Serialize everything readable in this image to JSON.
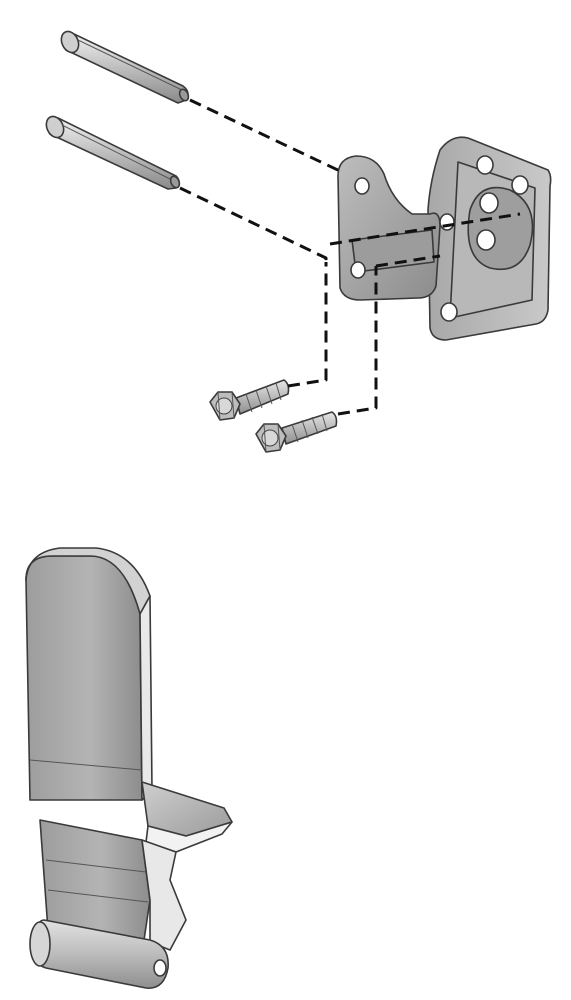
{
  "diagram": {
    "parts": [
      {
        "id": "pin-upper",
        "icon": "pin-icon"
      },
      {
        "id": "pin-lower",
        "icon": "pin-icon"
      },
      {
        "id": "hinge-bracket",
        "icon": "bracket-icon"
      },
      {
        "id": "bolt-left",
        "icon": "bolt-icon"
      },
      {
        "id": "bolt-right",
        "icon": "bolt-icon"
      },
      {
        "id": "latch-handle",
        "icon": "latch-icon"
      }
    ],
    "colors": {
      "metal_light": "#d9d9d9",
      "metal_mid": "#a9a9a9",
      "metal_dark": "#7a7a7a",
      "outline": "#3a3a3a",
      "leader": "#111111",
      "background": "#ffffff"
    }
  }
}
